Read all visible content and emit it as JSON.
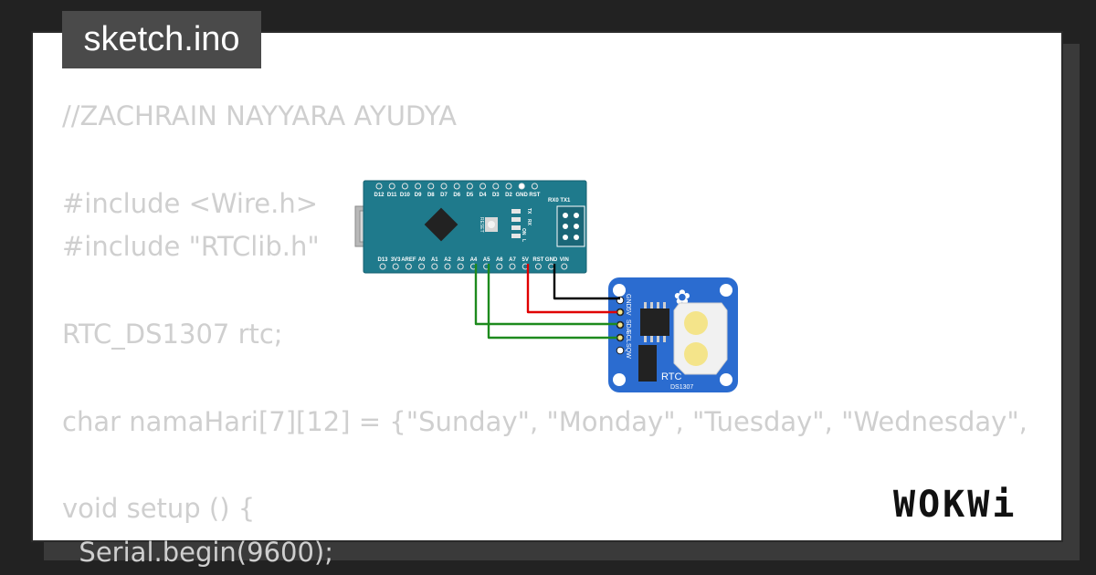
{
  "window": {
    "title": "sketch.ino"
  },
  "code": {
    "lines": [
      "//ZACHRAIN NAYYARA AYUDYA",
      "",
      "#include <Wire.h>",
      "#include \"RTClib.h\"",
      "",
      "RTC_DS1307 rtc;",
      "",
      "char namaHari[7][12] = {\"Sunday\", \"Monday\", \"Tuesday\", \"Wednesday\",",
      "",
      "void setup () {",
      "  Serial.begin(9600);"
    ]
  },
  "arduino": {
    "top_pins": [
      "D12",
      "D11",
      "D10",
      "D9",
      "D8",
      "D7",
      "D6",
      "D5",
      "D4",
      "D3",
      "D2",
      "GND",
      "RST"
    ],
    "serial_label": "RX0 TX1",
    "bottom_pins": [
      "D13",
      "3V3",
      "AREF",
      "A0",
      "A1",
      "A2",
      "A3",
      "A4",
      "A5",
      "A6",
      "A7",
      "5V",
      "RST",
      "GND",
      "VIN"
    ],
    "reset_label": "RESET",
    "led_labels": [
      "TX",
      "RX",
      "ON",
      "L"
    ]
  },
  "rtc": {
    "pins": [
      "GND",
      "5V",
      "SDA",
      "SCL",
      "SQW"
    ],
    "label": "RTC",
    "sublabel": "DS1307"
  },
  "brand": {
    "name": "WOKWi"
  },
  "colors": {
    "background": "#222222",
    "card": "#ffffff",
    "title_tab": "#4a4a4a",
    "code_text": "#cfcfcf",
    "arduino_board": "#1f7a8c",
    "rtc_board": "#2b6cd0",
    "wire_gnd": "#000000",
    "wire_5v": "#e00000",
    "wire_i2c": "#1d8a1d"
  }
}
